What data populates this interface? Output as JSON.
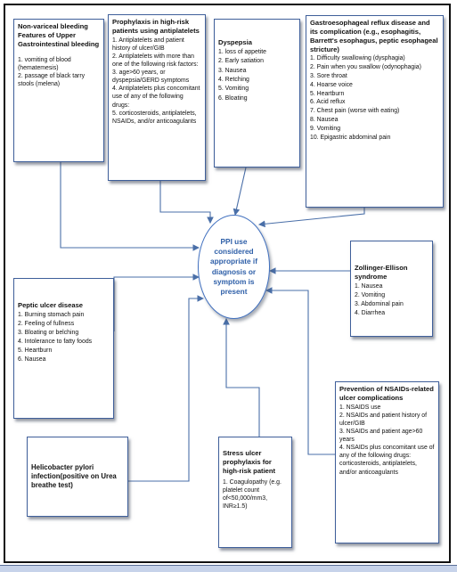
{
  "center": {
    "text": "PPI use considered appropriate if diagnosis or symptom is present"
  },
  "boxes": {
    "variceal": {
      "title": "Non-variceal bleeding Features of Upper Gastrointestinal bleeding",
      "lines": [
        "1. vomiting of blood (hematemesis)",
        "2. passage of black tarry stools (melena)"
      ]
    },
    "prophylaxis": {
      "title": "Prophylaxis in high-risk patients using antiplatelets",
      "lines": [
        "1. Antiplatelets and patient history of ulcer/GIB",
        "2. Antiplatelets with more than one of the following risk factors:",
        "3. age>60 years, or dyspepsia/GERD symptoms",
        "4. Antiplatelets plus concomitant use of any of the following drugs:",
        "5. corticosteroids, antiplatelets, NSAIDs, and/or anticoagulants"
      ]
    },
    "dyspepsia": {
      "title": "Dyspepsia",
      "lines": [
        "1. loss of appetite",
        "2. Early satiation",
        "3. Nausea",
        "4. Retching",
        "5. Vomiting",
        "6. Bloating"
      ]
    },
    "gerd": {
      "title": "Gastroesophageal reflux disease and its complication (e.g., esophagitis, Barrett's esophagus, peptic esophageal stricture)",
      "lines": [
        "1. Difficulty swallowing (dysphagia)",
        "2. Pain when you swallow (odynophagia)",
        "3. Sore throat",
        "4. Hoarse voice",
        "5. Heartburn",
        "6. Acid reflux",
        "7. Chest pain (worse with eating)",
        "8. Nausea",
        "9. Vomiting",
        "10. Epigastric abdominal pain"
      ]
    },
    "zollinger": {
      "title": "Zollinger-Ellison syndrome",
      "lines": [
        "1. Nausea",
        "2. Vomiting",
        "3. Abdominal pain",
        "4. Diarrhea"
      ]
    },
    "peptic": {
      "title": "Peptic ulcer disease",
      "lines": [
        "1. Burning stomach pain",
        "2. Feeling of fullness",
        "3. Bloating or belching",
        "4. Intolerance to fatty foods",
        "5. Heartburn",
        "6. Nausea"
      ]
    },
    "nsaids": {
      "title": "Prevention of NSAIDs-related ulcer complications",
      "lines": [
        "1. NSAIDS use",
        "2. NSAIDs and patient history of ulcer/GIB",
        "3. NSAIDs and patient age>60 years",
        "4. NSAIDs plus concomitant use of any of the following drugs: corticosteroids, antiplatelets, and/or anticoagulants"
      ]
    },
    "hpylori": {
      "title": "Helicobacter pylori infection(positive on Urea breathe test)",
      "lines": []
    },
    "stress": {
      "title": "Stress ulcer prophylaxis for high-risk patient",
      "lines": [
        "1. Coagulopathy (e.g. platelet count of<50,000/mm3, INR≥1.5)"
      ]
    }
  },
  "colors": {
    "border": "#3f5f9a",
    "arrow": "#4a6fa8",
    "center_text": "#2e5fa8"
  }
}
